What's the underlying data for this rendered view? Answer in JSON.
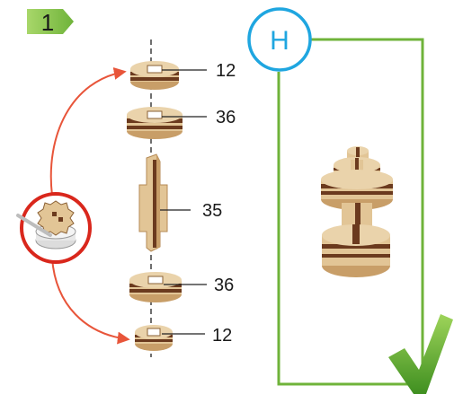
{
  "step": {
    "number": "1",
    "badge_color": "#6fb33a"
  },
  "subassembly": {
    "letter": "H",
    "ring_color": "#1fa6e0",
    "frame_color": "#6fb33a"
  },
  "parts": [
    {
      "label": "12",
      "kind": "disc-small"
    },
    {
      "label": "36",
      "kind": "disc-large"
    },
    {
      "label": "35",
      "kind": "axle"
    },
    {
      "label": "36",
      "kind": "disc-large"
    },
    {
      "label": "12",
      "kind": "disc-small"
    }
  ],
  "tool": {
    "icon": "glue-cup-icon",
    "ring_color": "#d9271c",
    "arrow_color": "#e8553a"
  },
  "colors": {
    "wood_light": "#e2c596",
    "wood_dark": "#6b3a1e",
    "wood_mid": "#c89e68"
  },
  "check_icon": "checkmark-icon"
}
